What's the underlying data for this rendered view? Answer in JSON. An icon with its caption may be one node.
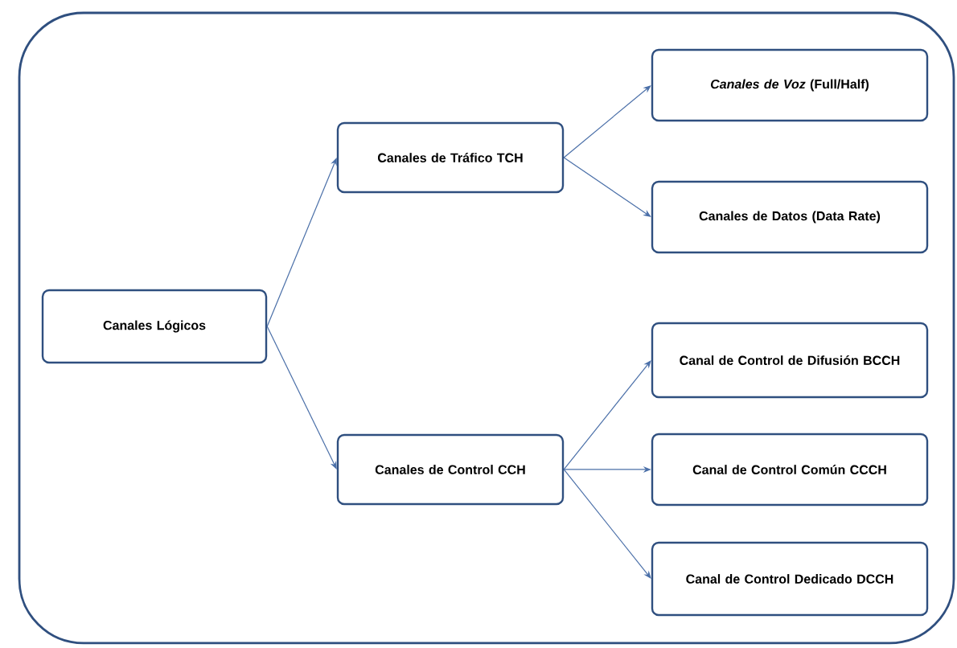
{
  "diagram": {
    "nodes": [
      {
        "text": [
          "Canales Lógicos"
        ]
      },
      {
        "text": [
          "Canales de Tráfico TCH"
        ]
      },
      {
        "text": [
          "Canales de Control CCH"
        ]
      },
      {
        "text": [
          "*Canales de Voz* (Full/Half)"
        ]
      },
      {
        "text": [
          "Canales de Datos (Data Rate)"
        ]
      },
      {
        "text": [
          "Canal de Control de Difusión BCCH"
        ]
      },
      {
        "text": [
          "Canal de Control Común CCCH"
        ]
      },
      {
        "text": [
          "Canal de Control Dedicado DCCH"
        ]
      }
    ],
    "edges": [
      {
        "from": 0,
        "to": 1,
        "arrow": "to"
      },
      {
        "from": 0,
        "to": 2,
        "arrow": "to"
      },
      {
        "from": 1,
        "to": 3,
        "arrow": "to"
      },
      {
        "from": 1,
        "to": 4,
        "arrow": "to"
      },
      {
        "from": 2,
        "to": 5,
        "arrow": "to"
      },
      {
        "from": 2,
        "to": 6,
        "arrow": "to"
      },
      {
        "from": 2,
        "to": 7,
        "arrow": "to"
      }
    ]
  }
}
